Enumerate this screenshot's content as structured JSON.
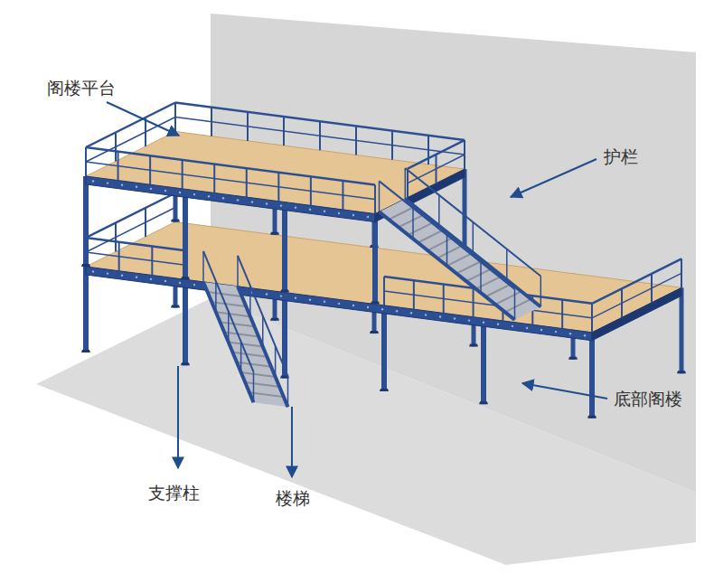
{
  "diagram": {
    "labels": [
      "阁楼平台",
      "护栏",
      "底部阁楼",
      "支撑柱",
      "楼梯"
    ]
  }
}
